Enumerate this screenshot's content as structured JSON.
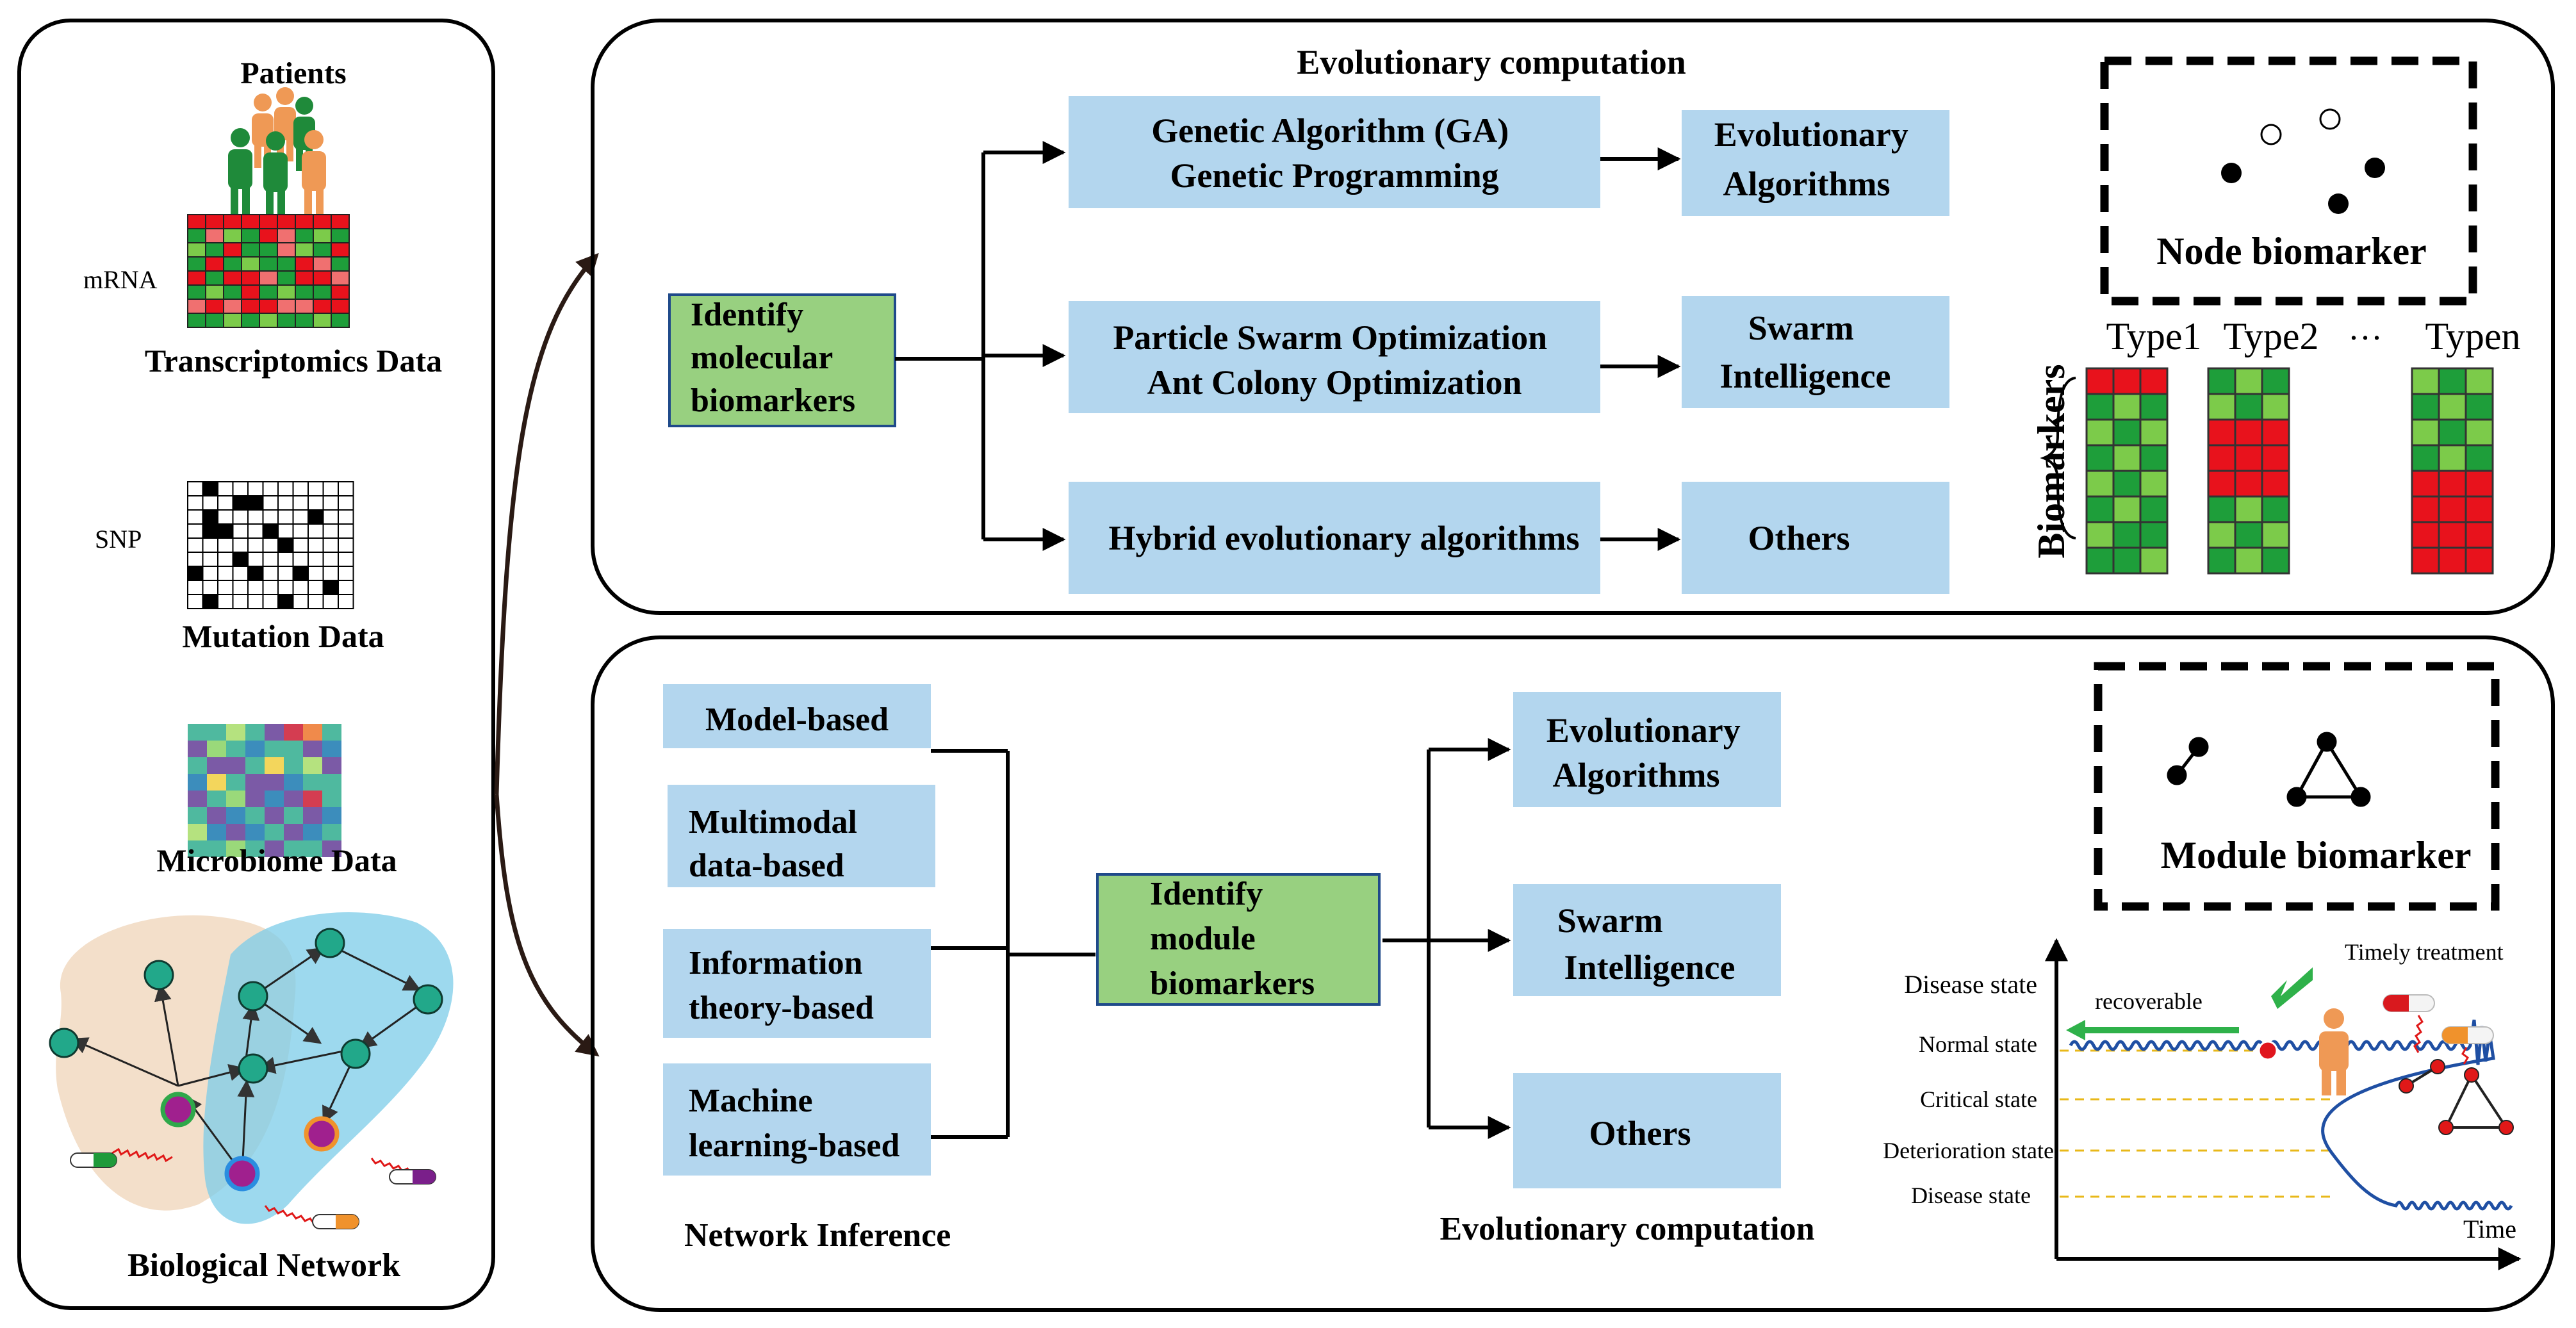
{
  "left_panel": {
    "patients_title": "Patients",
    "mrna_label": "mRNA",
    "transcriptomics_title": "Transcriptomics Data",
    "snp_label": "SNP",
    "mutation_title": "Mutation Data",
    "microbiome_title": "Microbiome Data",
    "network_title": "Biological Network"
  },
  "top_panel": {
    "title": "Evolutionary computation",
    "identify_lines": [
      "Identify",
      "molecular",
      "biomarkers"
    ],
    "method_boxes": [
      {
        "lines": [
          "Genetic Algorithm (GA)",
          "Genetic Programming"
        ]
      },
      {
        "lines": [
          "Particle Swarm Optimization",
          "Ant Colony Optimization"
        ]
      },
      {
        "lines": [
          "Hybrid evolutionary algorithms"
        ]
      }
    ],
    "category_boxes": [
      {
        "lines": [
          "Evolutionary",
          "Algorithms"
        ]
      },
      {
        "lines": [
          "Swarm",
          "Intelligence"
        ]
      },
      {
        "lines": [
          "Others"
        ]
      }
    ],
    "node_biomarker_label": "Node biomarker",
    "biomarkers_label": "Biomarkers",
    "type_labels": [
      "Type1",
      "Type2",
      "···",
      "Typen"
    ]
  },
  "bottom_panel": {
    "inference_boxes": [
      {
        "lines": [
          "Model-based"
        ]
      },
      {
        "lines": [
          "Multimodal",
          "data-based"
        ]
      },
      {
        "lines": [
          "Information",
          "theory-based"
        ]
      },
      {
        "lines": [
          "Machine",
          "learning-based"
        ]
      }
    ],
    "network_inference_label": "Network Inference",
    "identify_lines": [
      "Identify",
      "module",
      "biomarkers"
    ],
    "category_boxes": [
      {
        "lines": [
          "Evolutionary",
          "Algorithms"
        ]
      },
      {
        "lines": [
          "Swarm",
          "Intelligence"
        ]
      },
      {
        "lines": [
          "Others"
        ]
      }
    ],
    "evo_label": "Evolutionary computation",
    "module_biomarker_label": "Module biomarker",
    "state_chart": {
      "y_labels": [
        "Disease state",
        "Normal state",
        "Critical state",
        "Deterioration state",
        "Disease state"
      ],
      "time_label": "Time",
      "recoverable_label": "recoverable",
      "timely_treatment_label": "Timely treatment"
    }
  },
  "colors": {
    "box_blue": "#b3d6ee",
    "box_green": "#98d080",
    "heat_red": "#e8121c",
    "heat_green": "#1e9e3a",
    "patient_green": "#1f8a3a",
    "patient_orange": "#ef9955",
    "wave_blue": "#1f4fa3",
    "dash_yellow": "#e8b81a"
  }
}
